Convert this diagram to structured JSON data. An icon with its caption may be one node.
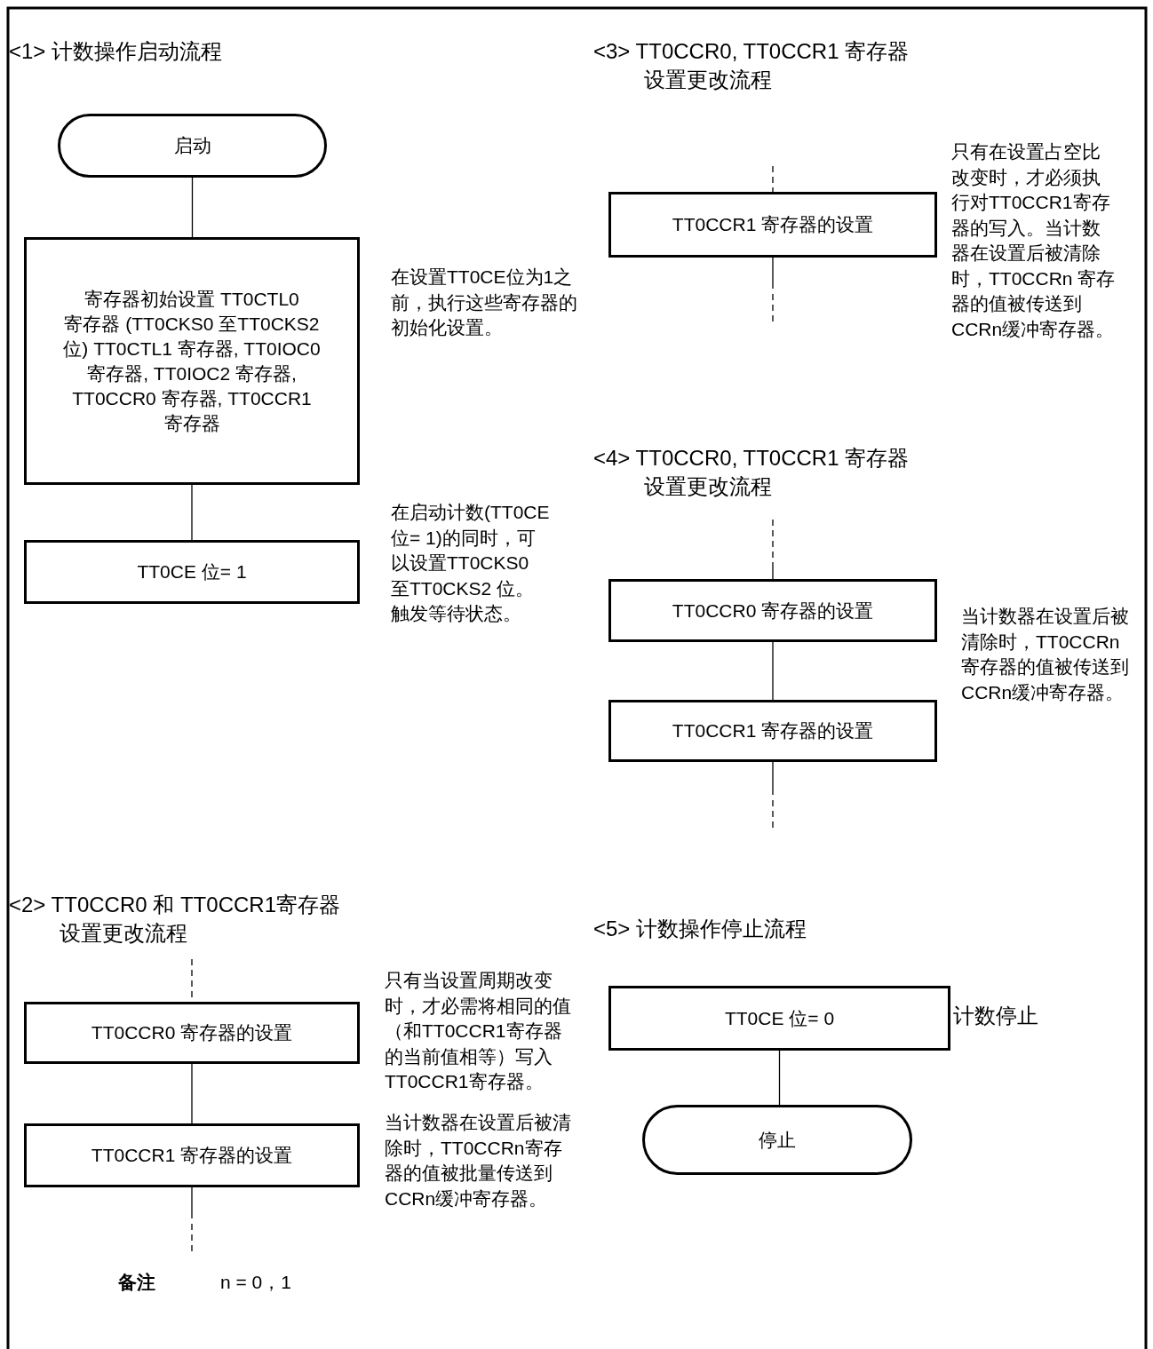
{
  "diagram": {
    "nodes": [
      {
        "text": [
          "启动"
        ]
      },
      {
        "text": [
          "寄存器初始设置 TT0CTL0 寄存器 (TT0CKS0 至TT0CKS2 位) TT0CTL1 寄存器, TT0IOC0 寄存器, TT0IOC2 寄存器, TT0CCR0 寄存器, TT0CCR1 寄存器"
        ],
        "beside": [
          "在设置TT0CE位为1之前，执行这些寄存器的初始化设置。"
        ]
      },
      {
        "text": [
          "TT0CE 位= 1"
        ],
        "beside": [
          "在启动计数(TT0CE 位= 1)的同时，可以设置TT0CKS0 至TT0CKS2 位。触发等待状态。"
        ]
      },
      {
        "text": [
          "TT0CCR0 寄存器的设置"
        ],
        "beside": [
          "只有当设置周期改变时，才必需将相同的值（和TT0CCR1寄存器的当前值相等）写入TT0CCR1寄存器。"
        ]
      },
      {
        "text": [
          "TT0CCR1 寄存器的设置"
        ],
        "beside": [
          "当计数器在设置后被清除时，TT0CCRn寄存器的值被批量传送到CCRn缓冲寄存器。"
        ]
      },
      {
        "text": [
          "TT0CCR1 寄存器的设置"
        ],
        "beside": [
          "只有在设置占空比改变时，才必须执行对TT0CCR1寄存器的写入。当计数器在设置后被清除时，TT0CCRn 寄存器的值被传送到CCRn缓冲寄存器。"
        ]
      },
      {
        "text": [
          "TT0CCR0 寄存器的设置"
        ],
        "beside": [
          "当计数器在设置后被清除时，TT0CCRn 寄存器的值被传送到CCRn缓冲寄存器。"
        ]
      },
      {
        "text": [
          "TT0CCR1 寄存器的设置"
        ]
      },
      {
        "text": [
          "TT0CE 位= 0"
        ],
        "beside": [
          "计数停止"
        ]
      },
      {
        "text": [
          "停止"
        ]
      }
    ],
    "edges": [
      {
        "from": 0,
        "to": 1,
        "arrow": "none"
      },
      {
        "from": 1,
        "to": 2,
        "arrow": "none"
      },
      {
        "from": null,
        "to": 3,
        "arrow": "none",
        "style": "dashed"
      },
      {
        "from": 3,
        "to": 4,
        "arrow": "none"
      },
      {
        "from": 4,
        "to": null,
        "arrow": "none",
        "style": "dashed"
      },
      {
        "from": null,
        "to": 5,
        "arrow": "none",
        "style": "dashed"
      },
      {
        "from": 5,
        "to": null,
        "arrow": "none",
        "style": "dashed"
      },
      {
        "from": null,
        "to": 6,
        "arrow": "none",
        "style": "dashed"
      },
      {
        "from": 6,
        "to": 7,
        "arrow": "none"
      },
      {
        "from": 7,
        "to": null,
        "arrow": "none",
        "style": "dashed"
      },
      {
        "from": 8,
        "to": 9,
        "arrow": "none"
      }
    ],
    "labels": [
      "<1> 计数操作启动流程",
      "<3> TT0CCR0, TT0CCR1 寄存器设置更改流程",
      "<4> TT0CCR0, TT0CCR1 寄存器设置更改流程",
      "<2> TT0CCR0 和 TT0CCR1寄存器设置更改流程",
      "<5> 计数操作停止流程",
      "备注",
      "n = 0，1"
    ]
  }
}
